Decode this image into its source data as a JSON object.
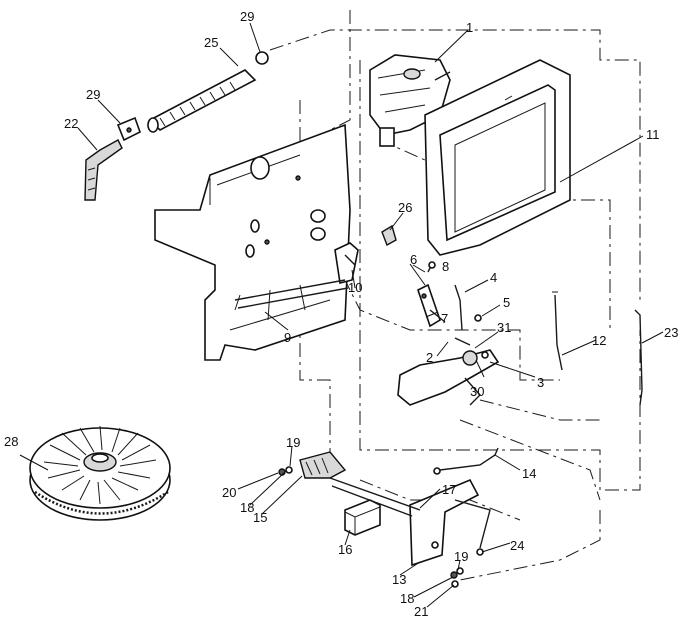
{
  "callouts": {
    "c1": "1",
    "c2": "2",
    "c3": "3",
    "c4": "4",
    "c5": "5",
    "c6": "6",
    "c7": "7",
    "c8": "8",
    "c9": "9",
    "c10": "10",
    "c11": "11",
    "c12": "12",
    "c13": "13",
    "c14": "14",
    "c15": "15",
    "c16": "16",
    "c17": "17",
    "c18a": "18",
    "c18b": "18",
    "c19a": "19",
    "c19b": "19",
    "c20": "20",
    "c21": "21",
    "c22": "22",
    "c23": "23",
    "c24": "24",
    "c25": "25",
    "c26": "26",
    "c28": "28",
    "c29a": "29",
    "c29b": "29",
    "c30": "30",
    "c31": "31"
  }
}
